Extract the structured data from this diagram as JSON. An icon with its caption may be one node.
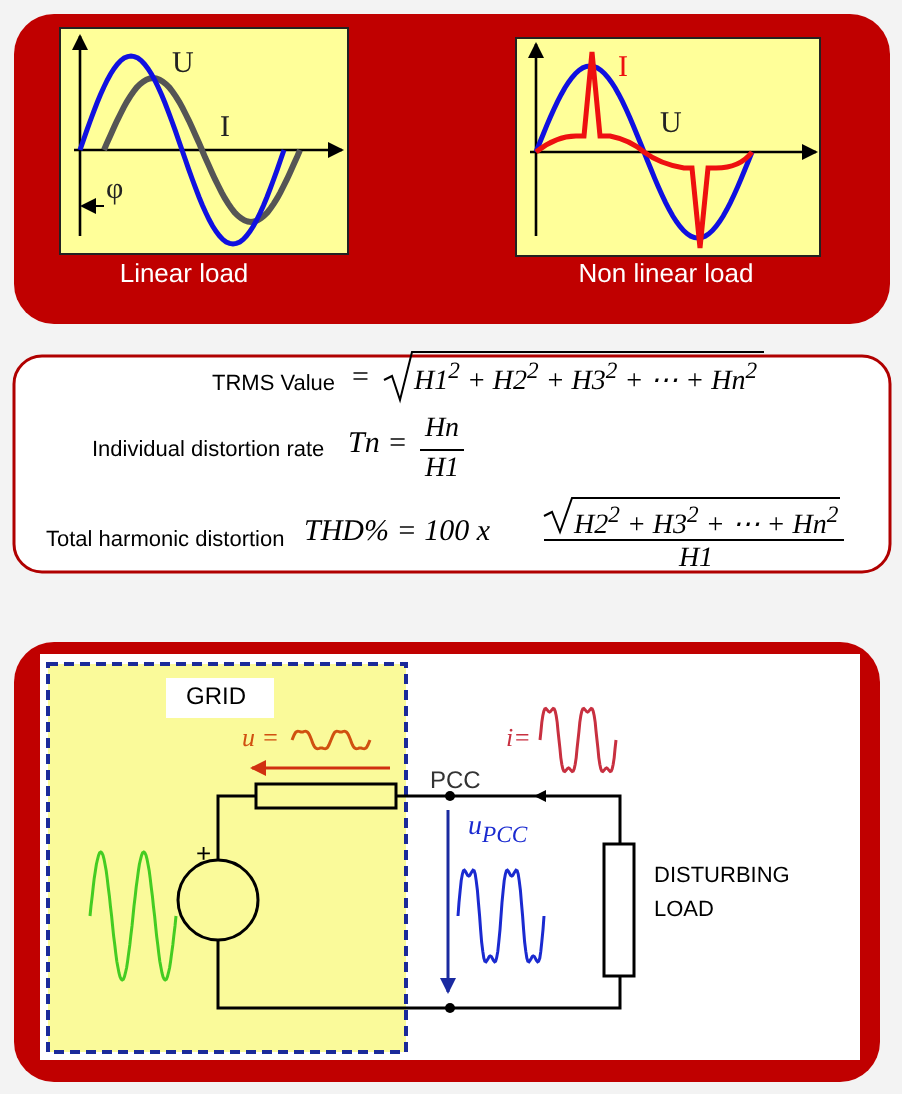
{
  "diagram": {
    "labels": [
      "U",
      "I",
      "φ",
      "Linear load",
      "U",
      "I",
      "Non linear load",
      "TRMS Value",
      "=",
      "H1$^{2}$ + H2$^{2}$ + H3$^{2}$ + ⋯ + Hn$^{2}$",
      "Individual distortion rate",
      "Tn =",
      "Hn",
      "H1",
      "Total harmonic distortion",
      "THD% = 100 x",
      "H2$^{2}$ + H3$^{2}$ + ⋯ + Hn$^{2}$",
      "H1",
      "GRID",
      "u =",
      "i=",
      "PCC",
      "u$_{PCC}$",
      "+",
      "DISTURBING LOAD"
    ]
  }
}
